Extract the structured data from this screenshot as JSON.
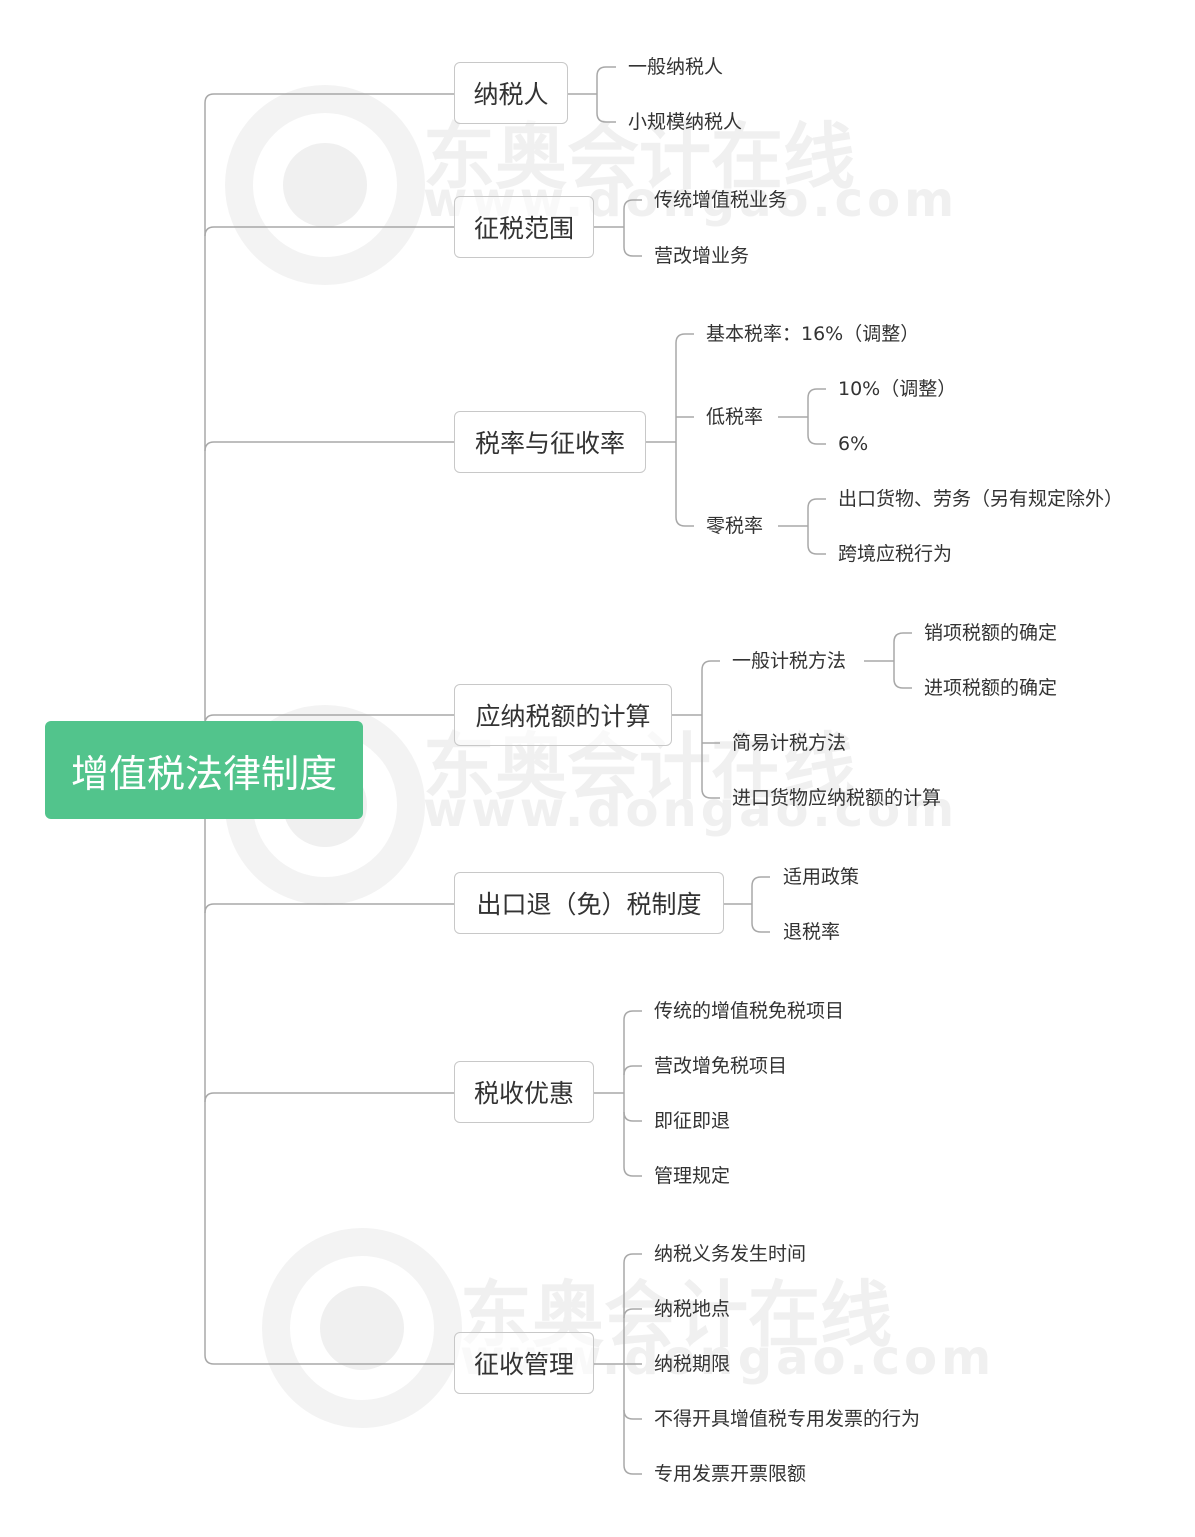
{
  "root": {
    "label": "增值税法律制度",
    "color": "#52c48c"
  },
  "watermark": {
    "brand": "东奥会计在线",
    "url": "www.dongao.com"
  },
  "branches": [
    {
      "label": "纳税人",
      "children": [
        {
          "label": "一般纳税人"
        },
        {
          "label": "小规模纳税人"
        }
      ]
    },
    {
      "label": "征税范围",
      "children": [
        {
          "label": "传统增值税业务"
        },
        {
          "label": "营改增业务"
        }
      ]
    },
    {
      "label": "税率与征收率",
      "children": [
        {
          "label": "基本税率：16%（调整）"
        },
        {
          "label": "低税率",
          "children": [
            {
              "label": "10%（调整）"
            },
            {
              "label": "6%"
            }
          ]
        },
        {
          "label": "零税率",
          "children": [
            {
              "label": "出口货物、劳务（另有规定除外）"
            },
            {
              "label": "跨境应税行为"
            }
          ]
        }
      ]
    },
    {
      "label": "应纳税额的计算",
      "children": [
        {
          "label": "一般计税方法",
          "children": [
            {
              "label": "销项税额的确定"
            },
            {
              "label": "进项税额的确定"
            }
          ]
        },
        {
          "label": "简易计税方法"
        },
        {
          "label": "进口货物应纳税额的计算"
        }
      ]
    },
    {
      "label": "出口退（免）税制度",
      "children": [
        {
          "label": "适用政策"
        },
        {
          "label": "退税率"
        }
      ]
    },
    {
      "label": "税收优惠",
      "children": [
        {
          "label": "传统的增值税免税项目"
        },
        {
          "label": "营改增免税项目"
        },
        {
          "label": "即征即退"
        },
        {
          "label": "管理规定"
        }
      ]
    },
    {
      "label": "征收管理",
      "children": [
        {
          "label": "纳税义务发生时间"
        },
        {
          "label": "纳税地点"
        },
        {
          "label": "纳税期限"
        },
        {
          "label": "不得开具增值税专用发票的行为"
        },
        {
          "label": "专用发票开票限额"
        }
      ]
    }
  ]
}
